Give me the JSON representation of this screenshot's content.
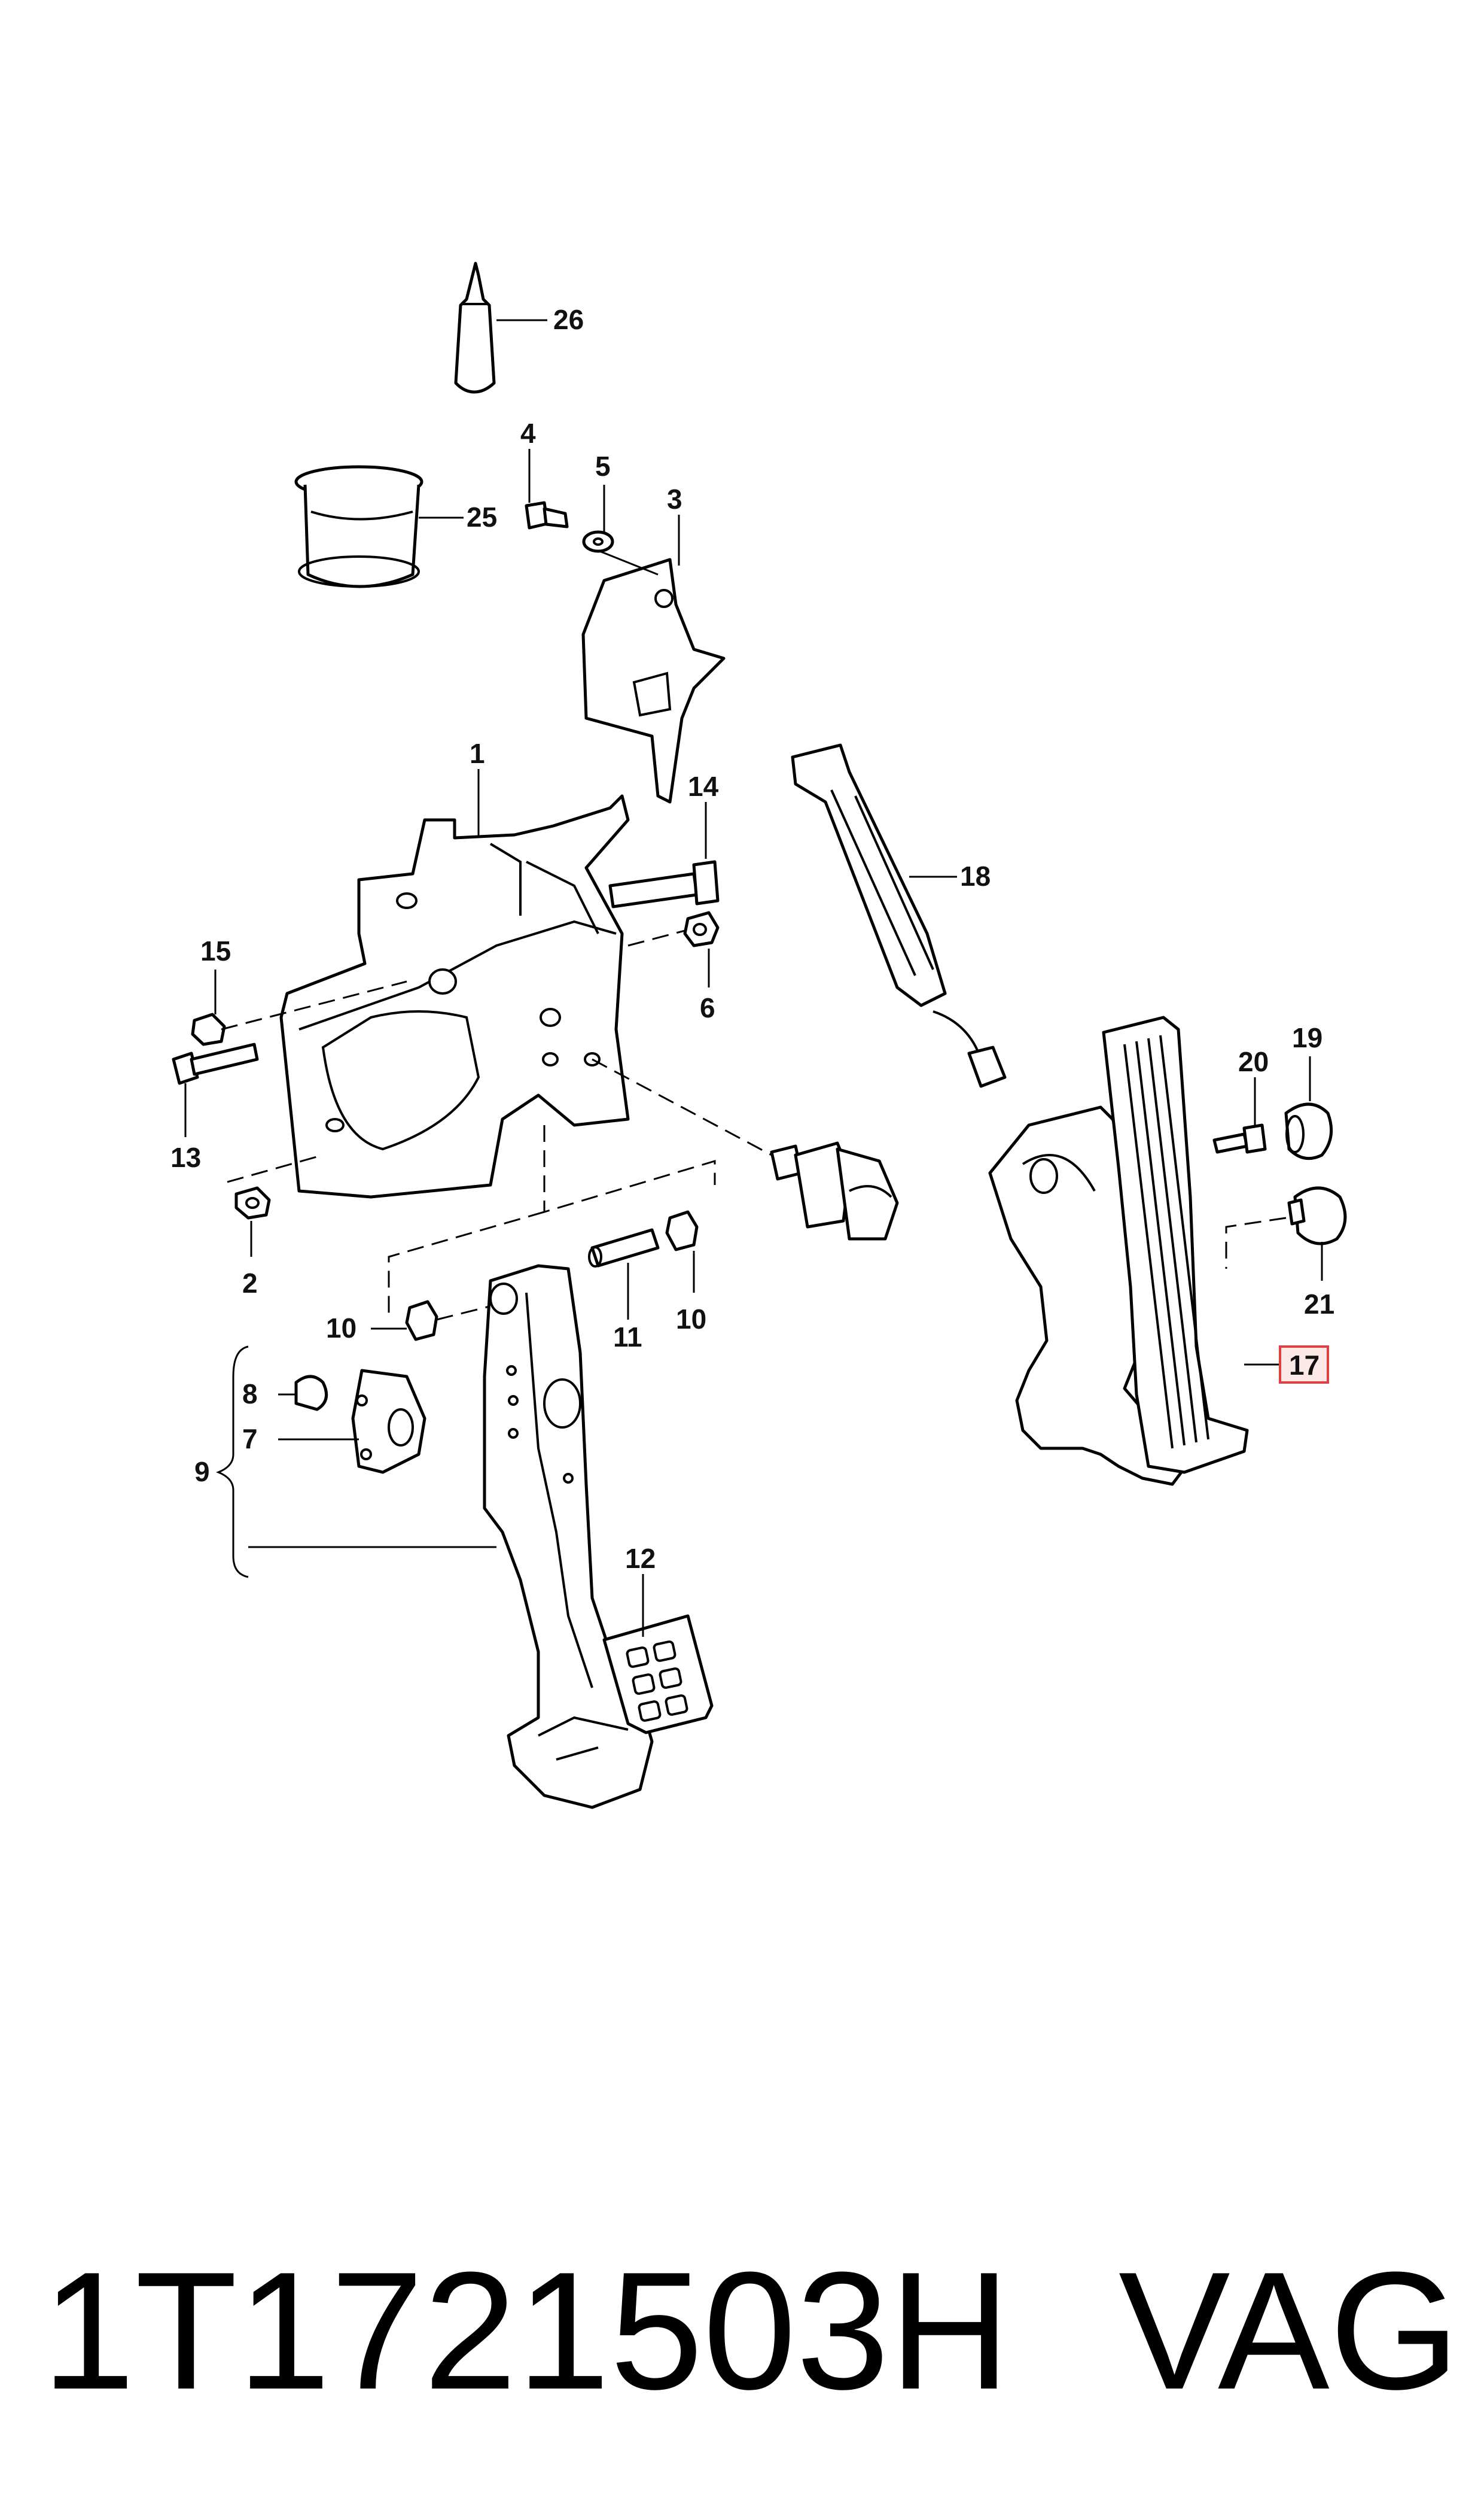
{
  "diagram": {
    "callouts": {
      "c1": "1",
      "c2": "2",
      "c3": "3",
      "c4": "4",
      "c5": "5",
      "c6": "6",
      "c7": "7",
      "c8": "8",
      "c9": "9",
      "c10a": "10",
      "c10b": "10",
      "c11": "11",
      "c12": "12",
      "c13": "13",
      "c14": "14",
      "c15": "15",
      "c17": "17",
      "c18": "18",
      "c19": "19",
      "c20": "20",
      "c21": "21",
      "c25": "25",
      "c26": "26"
    },
    "highlighted_callout": "17",
    "highlight_color": "#e04040",
    "highlight_fill": "#fde8e8"
  },
  "footer": {
    "part_number": "1T1721503H",
    "brand": "VAG"
  }
}
